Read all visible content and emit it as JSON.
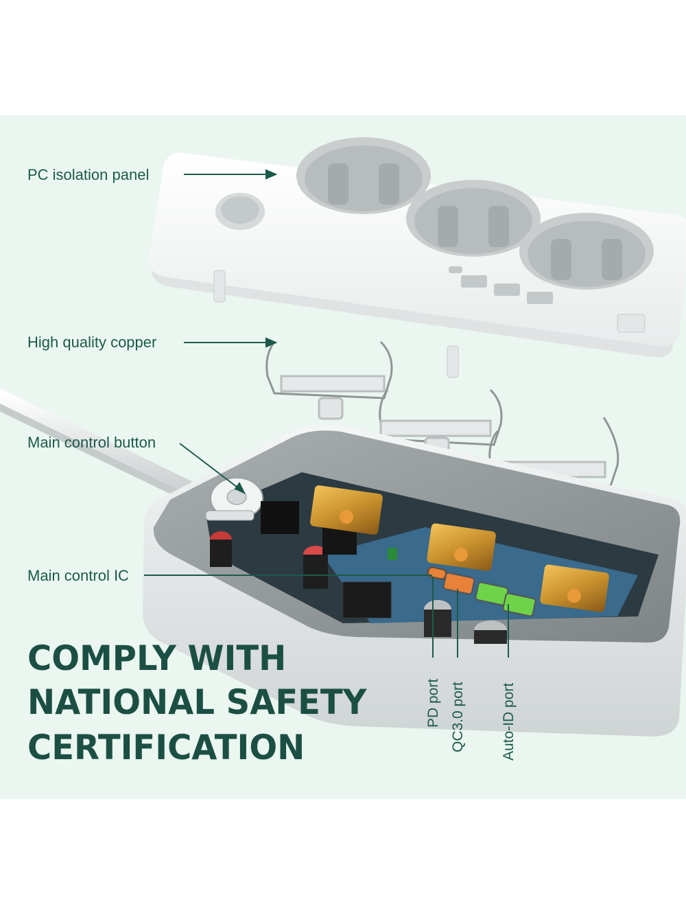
{
  "labels": {
    "pc_isolation_panel": "PC isolation panel",
    "high_quality_copper": "High quality copper",
    "main_control_button": "Main control button",
    "main_control_ic": "Main control IC"
  },
  "headline": {
    "line1": "COMPLY WITH",
    "line2": "NATIONAL SAFETY",
    "line3": "CERTIFICATION"
  },
  "ports": {
    "pd": "PD port",
    "qc": "QC3.0 port",
    "auto_id": "Auto-ID port"
  },
  "colors": {
    "background": "#eaf6ef",
    "text_green": "#1b5a4a",
    "port_green": "#6fd34a",
    "port_orange": "#e8813a",
    "copper": "#c9922e"
  }
}
